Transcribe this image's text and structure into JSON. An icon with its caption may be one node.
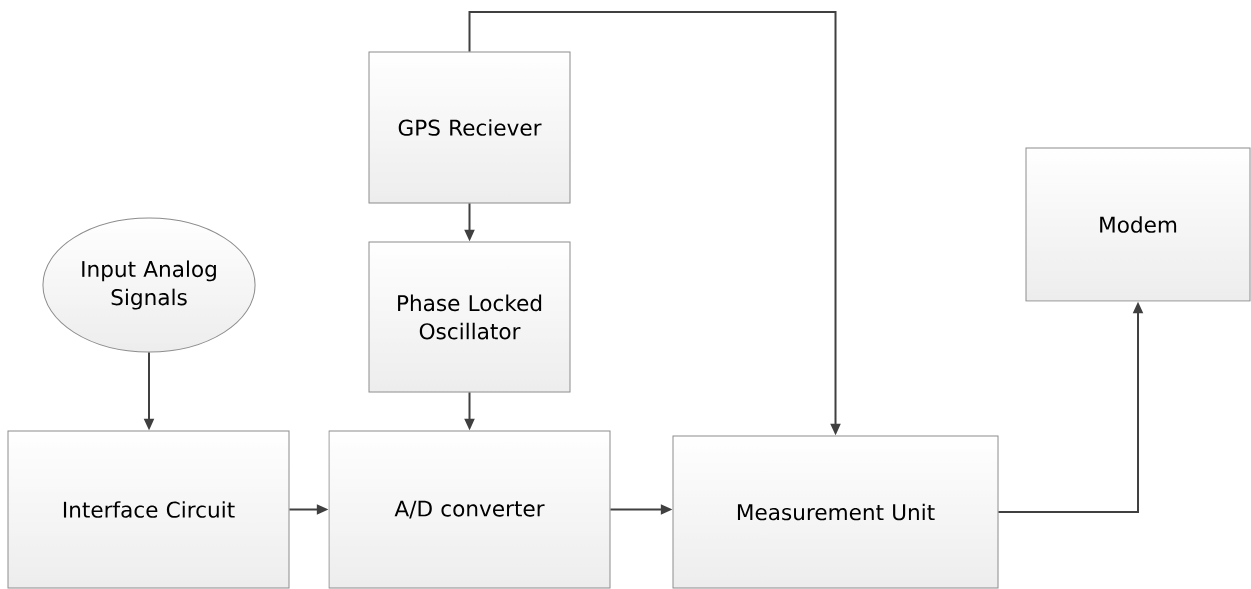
{
  "diagram": {
    "nodes": [
      {
        "text": [
          "GPS Reciever"
        ]
      },
      {
        "text": [
          "Modem"
        ]
      },
      {
        "text": [
          "Input Analog Signals"
        ]
      },
      {
        "text": [
          "Phase Locked Oscillator"
        ]
      },
      {
        "text": [
          "Interface Circuit"
        ]
      },
      {
        "text": [
          "A/D converter"
        ]
      },
      {
        "text": [
          "Measurement Unit"
        ]
      }
    ],
    "edges": [
      {
        "from": 0,
        "to": 6,
        "arrow": "to"
      },
      {
        "from": 0,
        "to": 3,
        "arrow": "to"
      },
      {
        "from": 2,
        "to": 4,
        "arrow": "to"
      },
      {
        "from": 3,
        "to": 5,
        "arrow": "to"
      },
      {
        "from": 4,
        "to": 5,
        "arrow": "to"
      },
      {
        "from": 5,
        "to": 6,
        "arrow": "to"
      },
      {
        "from": 6,
        "to": 1,
        "arrow": "to"
      }
    ]
  }
}
